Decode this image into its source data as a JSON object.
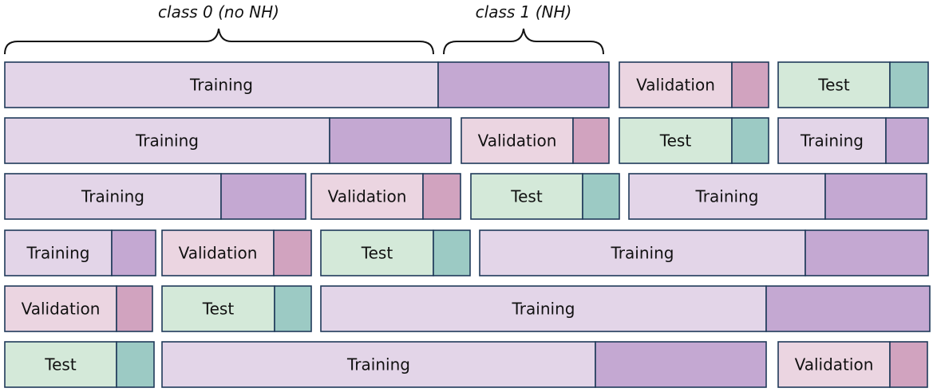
{
  "header": {
    "class0_label": "class 0 (no NH)",
    "class1_label": "class 1 (NH)"
  },
  "labels": {
    "training": "Training",
    "validation": "Validation",
    "test": "Test"
  },
  "colors": {
    "training_light": "#e3d5e8",
    "training_dark": "#c4a8d2",
    "validation_light": "#ebd5e1",
    "validation_dark": "#d1a3bf",
    "test_light": "#d4e9d9",
    "test_dark": "#9ccac4",
    "border": "#1f3a5a"
  },
  "folds": [
    [
      "training",
      "validation",
      "test"
    ],
    [
      "training",
      "validation",
      "test",
      "training"
    ],
    [
      "training",
      "validation",
      "test",
      "training"
    ],
    [
      "training",
      "validation",
      "test",
      "training"
    ],
    [
      "validation",
      "test",
      "training"
    ],
    [
      "test",
      "training",
      "validation"
    ]
  ]
}
